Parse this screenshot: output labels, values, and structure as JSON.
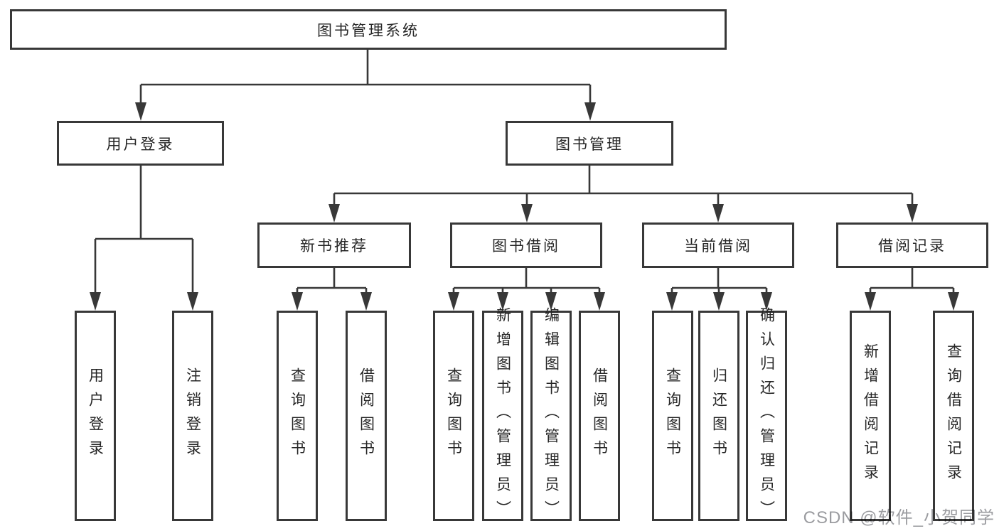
{
  "diagram": {
    "root": {
      "label": "图书管理系统"
    },
    "level2": {
      "user_login": {
        "label": "用户登录"
      },
      "book_mgmt": {
        "label": "图书管理"
      }
    },
    "level3": {
      "new_book": {
        "label": "新书推荐"
      },
      "book_borrow": {
        "label": "图书借阅"
      },
      "current_borrow": {
        "label": "当前借阅"
      },
      "borrow_records": {
        "label": "借阅记录"
      }
    },
    "leaves": {
      "user_login": {
        "label": "用户登录"
      },
      "logout": {
        "label": "注销登录"
      },
      "nb_query": {
        "label": "查询图书"
      },
      "nb_borrow": {
        "label": "借阅图书"
      },
      "bb_query": {
        "label": "查询图书"
      },
      "bb_add": {
        "label": "新增图书（管理员）"
      },
      "bb_edit": {
        "label": "编辑图书（管理员）"
      },
      "bb_borrow": {
        "label": "借阅图书"
      },
      "cb_query": {
        "label": "查询图书"
      },
      "cb_return": {
        "label": "归还图书"
      },
      "cb_confirm": {
        "label": "确认归还（管理员）"
      },
      "br_add": {
        "label": "新增借阅记录"
      },
      "br_query": {
        "label": "查询借阅记录"
      }
    }
  },
  "watermark": {
    "text": "CSDN @软件_小贺同学",
    "color": "#9b9ca0"
  },
  "colors": {
    "line": "#383838",
    "text": "#262626",
    "background": "#ffffff"
  }
}
